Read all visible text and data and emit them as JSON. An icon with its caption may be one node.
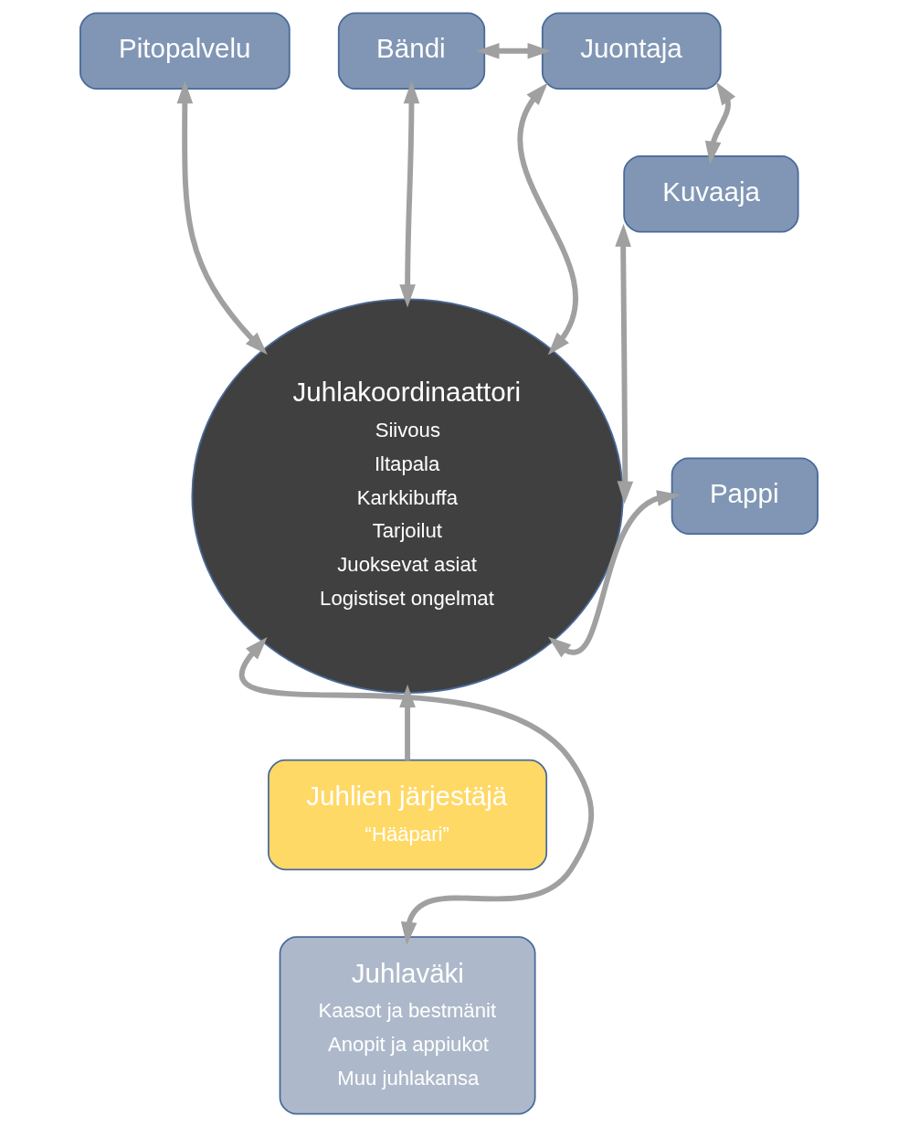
{
  "diagram": {
    "nodes": [
      {
        "text": [
          "Pitopalvelu"
        ]
      },
      {
        "text": [
          "Bändi"
        ]
      },
      {
        "text": [
          "Juontaja"
        ]
      },
      {
        "text": [
          "Kuvaaja"
        ]
      },
      {
        "text": [
          "Pappi"
        ]
      },
      {
        "text": [
          "Juhlakoordinaattori",
          "Siivous",
          "Iltapala",
          "Karkkibuffa",
          "Tarjoilut",
          "Juoksevat asiat",
          "Logistiset ongelmat"
        ]
      },
      {
        "text": [
          "Juhlien järjestäjä",
          "“Hääpari”"
        ]
      },
      {
        "text": [
          "Juhlaväki",
          "Kaasot ja bestmänit",
          "Anopit ja appiukot",
          "Muu juhlakansa"
        ]
      }
    ],
    "edges": [
      {
        "from": 0,
        "to": 5,
        "arrow": "both"
      },
      {
        "from": 1,
        "to": 5,
        "arrow": "both"
      },
      {
        "from": 1,
        "to": 2,
        "arrow": "both"
      },
      {
        "from": 2,
        "to": 5,
        "arrow": "both"
      },
      {
        "from": 2,
        "to": 3,
        "arrow": "both"
      },
      {
        "from": 3,
        "to": 5,
        "arrow": "both"
      },
      {
        "from": 4,
        "to": 5,
        "arrow": "both"
      },
      {
        "from": 6,
        "to": 5,
        "arrow": "to"
      },
      {
        "from": 7,
        "to": 5,
        "arrow": "both"
      }
    ]
  }
}
